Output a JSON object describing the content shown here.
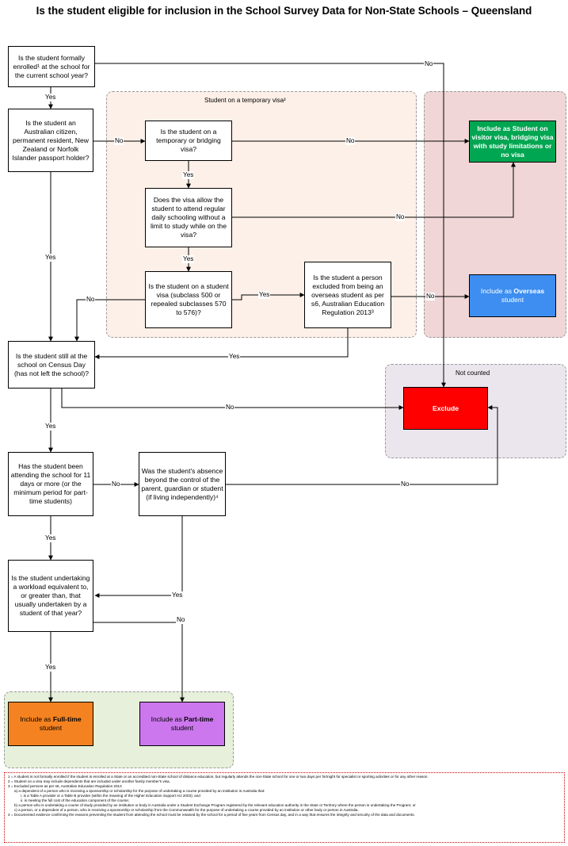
{
  "title": "Is the student eligible for inclusion in the School Survey Data for Non-State Schools – Queensland",
  "regions": {
    "temp_visa": "Student on a temporary visa²",
    "not_counted": "Not counted"
  },
  "boxes": {
    "enrolled": "Is the student formally enrolled¹ at the school for the current school year?",
    "citizen": "Is the student an Australian citizen, permanent resident, New Zealand or Norfolk Islander passport holder?",
    "temporary": "Is the student on a temporary or bridging visa?",
    "visa_allow": "Does the visa allow the student to attend regular daily schooling without a limit to study while on the visa?",
    "student_visa": "Is the student on a student visa (subclass 500 or repealed subclasses 570 to 576)?",
    "excluded_person": "Is the student a person excluded from being an overseas student as per s6, Australian Education Regulation 2013³",
    "census": "Is the student still at the school on Census Day (has not left the school)?",
    "attending": "Has the student been attending the school for 11 days or more (or the minimum period for part-time students)",
    "absence": "Was the student's absence beyond the control of the parent, guardian or student (if living independently)⁴",
    "workload": "Is the student undertaking a workload equivalent to, or greater than, that usually undertaken by a student of that year?"
  },
  "outcomes": {
    "visitor": "Include as Student on visitor visa, bridging visa with study limitations or no visa",
    "overseas_prefix": "Include as ",
    "overseas_bold": "Overseas",
    "overseas_suffix": " student",
    "exclude": "Exclude",
    "fulltime_prefix": "Include as ",
    "fulltime_bold": "Full-time",
    "fulltime_suffix": " student",
    "parttime_prefix": "Include as ",
    "parttime_bold": "Part-time",
    "parttime_suffix": " student"
  },
  "edge_labels": {
    "yes": "Yes",
    "no": "No"
  },
  "colors": {
    "green": "#00a651",
    "blue": "#3d8ef0",
    "red": "#ff0000",
    "orange": "#f58220",
    "purple": "#cc77ee"
  },
  "footnotes": [
    "1 = A student is not formally enrolled if the student is enrolled at a State or an accredited non-State school of distance education, but regularly attends the non-State school for one or two days per fortnight for specialist or sporting activities or for any other reason.",
    "2 = Student on a visa may include dependents that are included under another family member's visa.",
    "3 = Excluded persons as per s6, Australian Education Regulation 2013",
    "a) a dependent of a person who is receiving a sponsorship or scholarship for the purpose of undertaking a course provided by an institution in Australia that:",
    "i. is a Table A provider or a Table B provider (within the meaning of the Higher Education Support Act 2003); and",
    "ii. is meeting the full cost of the education component of the course;",
    "b) a person who is undertaking a course of study provided by an institution or body in Australia under a Student Exchange Program registered by the relevant education authority in the State or Territory where the person is undertaking the Program; or",
    "c) a person, or a dependent of a person, who is receiving a sponsorship or scholarship from the Commonwealth for the purpose of undertaking a course provided by an institution or other body or person in Australia.",
    "4 = Documented evidence confirming the reasons preventing the student from attending the school must be retained by the school for a period of five years from Census day, and in a way that ensures the integrity and security of the data and documents."
  ]
}
